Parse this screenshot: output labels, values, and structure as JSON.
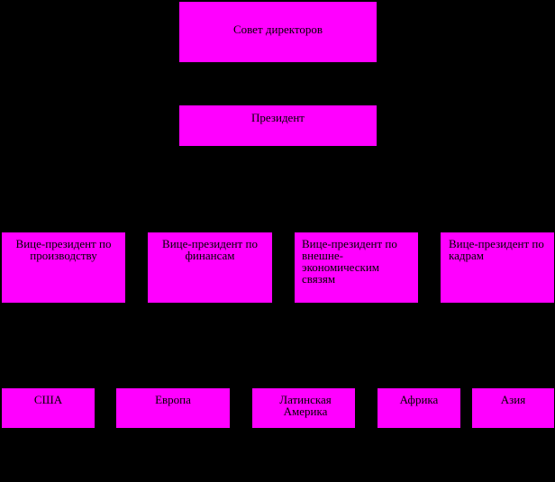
{
  "board": {
    "label": "Совет директоров"
  },
  "president": {
    "label": "Президент"
  },
  "vice_presidents": [
    {
      "label": "Вице-президент по производству"
    },
    {
      "label": "Вице-президент по финансам"
    },
    {
      "label": "Вице-президент по внешне-экономическим связям"
    },
    {
      "label": "Вице-президент по кадрам"
    }
  ],
  "regions": [
    {
      "label": "США"
    },
    {
      "label": "Европа"
    },
    {
      "label": "Латинская Америка"
    },
    {
      "label": "Африка"
    },
    {
      "label": "Азия"
    }
  ],
  "colors": {
    "background": "#000000",
    "box_fill": "#ff00ff",
    "text": "#000000"
  }
}
